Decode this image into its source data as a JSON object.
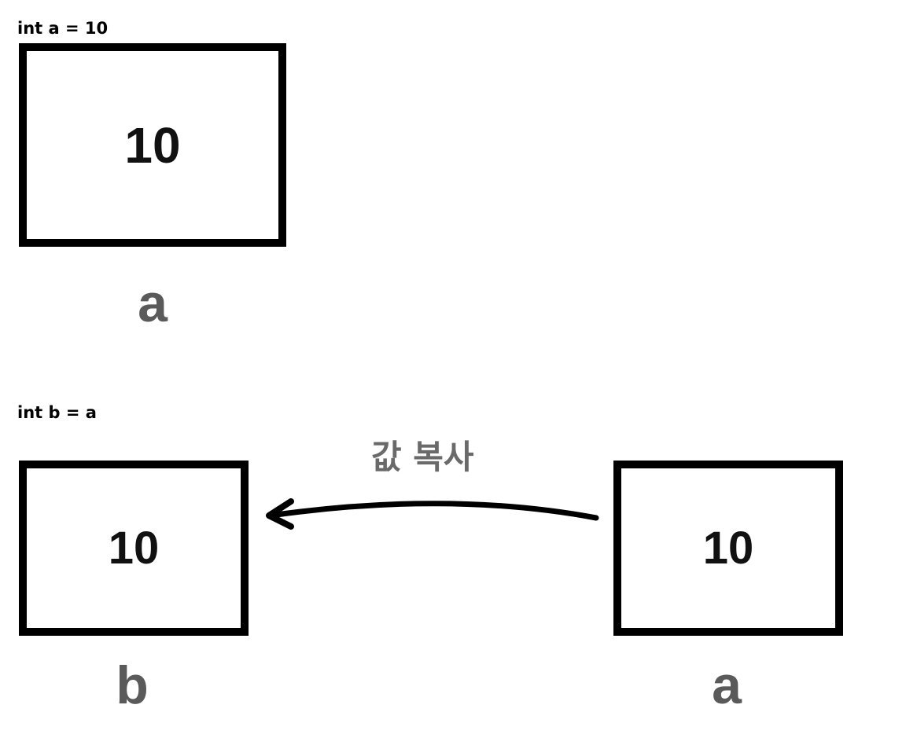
{
  "top_section": {
    "code": "int a = 10",
    "box": {
      "value": "10",
      "name": "a"
    }
  },
  "bottom_section": {
    "code": "int b = a",
    "left_box": {
      "value": "10",
      "name": "b"
    },
    "right_box": {
      "value": "10",
      "name": "a"
    },
    "arrow_label": "값 복사"
  },
  "colors": {
    "box_border": "#000000",
    "label_gray": "#5a5a5a",
    "arrow": "#000000"
  }
}
